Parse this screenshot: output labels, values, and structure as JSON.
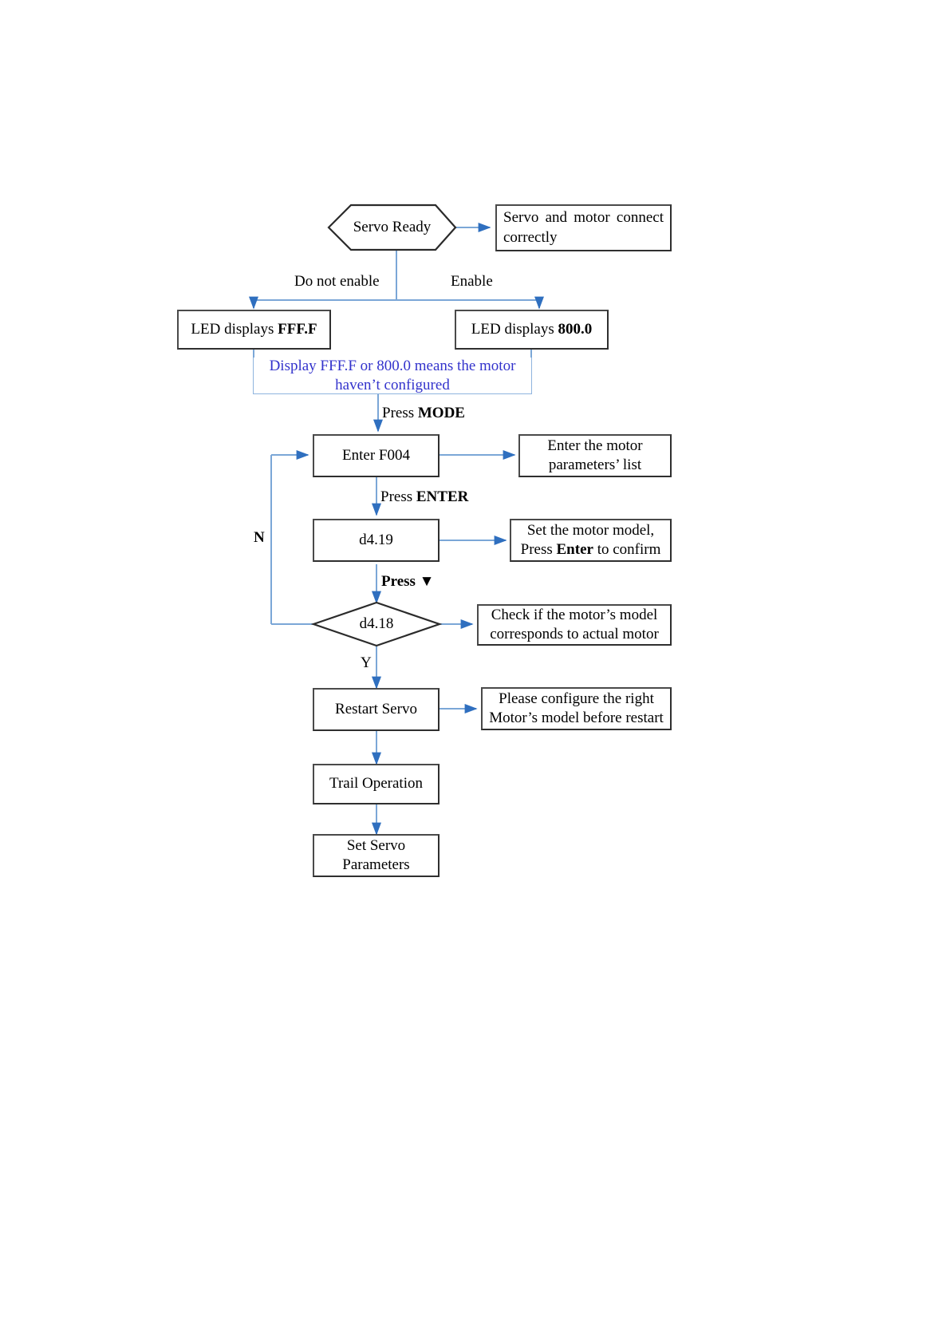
{
  "diagram": {
    "title": "Servo motor configuration flowchart",
    "colors": {
      "arrow": "#5b8fc9",
      "node_border": "#3f3f3f",
      "annotation_text": "#3333cc",
      "annotation_border": "#8fb4de",
      "background": "#ffffff"
    },
    "nodes": {
      "servo_ready": "Servo Ready",
      "servo_connect_note": "Servo and motor connect correctly",
      "led_fff": {
        "prefix": "LED displays ",
        "value": "FFF.F"
      },
      "led_800": {
        "prefix": "LED displays ",
        "value": "800.0"
      },
      "enter_f004": "Enter F004",
      "enter_motor_params_note": {
        "line1": "Enter the motor",
        "line2": "parameters’  list"
      },
      "d419": "d4.19",
      "set_motor_model_note": {
        "line1": "Set the motor model,",
        "line2_pre": "Press ",
        "line2_bold": "Enter",
        "line2_post": " to confirm"
      },
      "d418": "d4.18",
      "check_model_note": {
        "line1": "Check if the motor’s model",
        "line2": "corresponds to actual motor"
      },
      "restart_servo": "Restart Servo",
      "restart_note": {
        "line1": "Please configure the right",
        "line2": "Motor’s model before restart"
      },
      "trail_operation": "Trail Operation",
      "set_servo_parameters": {
        "line1": "Set Servo",
        "line2": "Parameters"
      }
    },
    "annotation": {
      "line1": "Display FFF.F or 800.0 means the motor",
      "line2": "haven’t configured"
    },
    "edge_labels": {
      "do_not_enable": "Do not enable",
      "enable": "Enable",
      "press_mode_pre": "Press ",
      "press_mode_bold": "MODE",
      "press_enter_pre": "Press ",
      "press_enter_bold": "ENTER",
      "press_down": "Press ▼",
      "loop_no": "N",
      "branch_yes": "Y"
    }
  }
}
